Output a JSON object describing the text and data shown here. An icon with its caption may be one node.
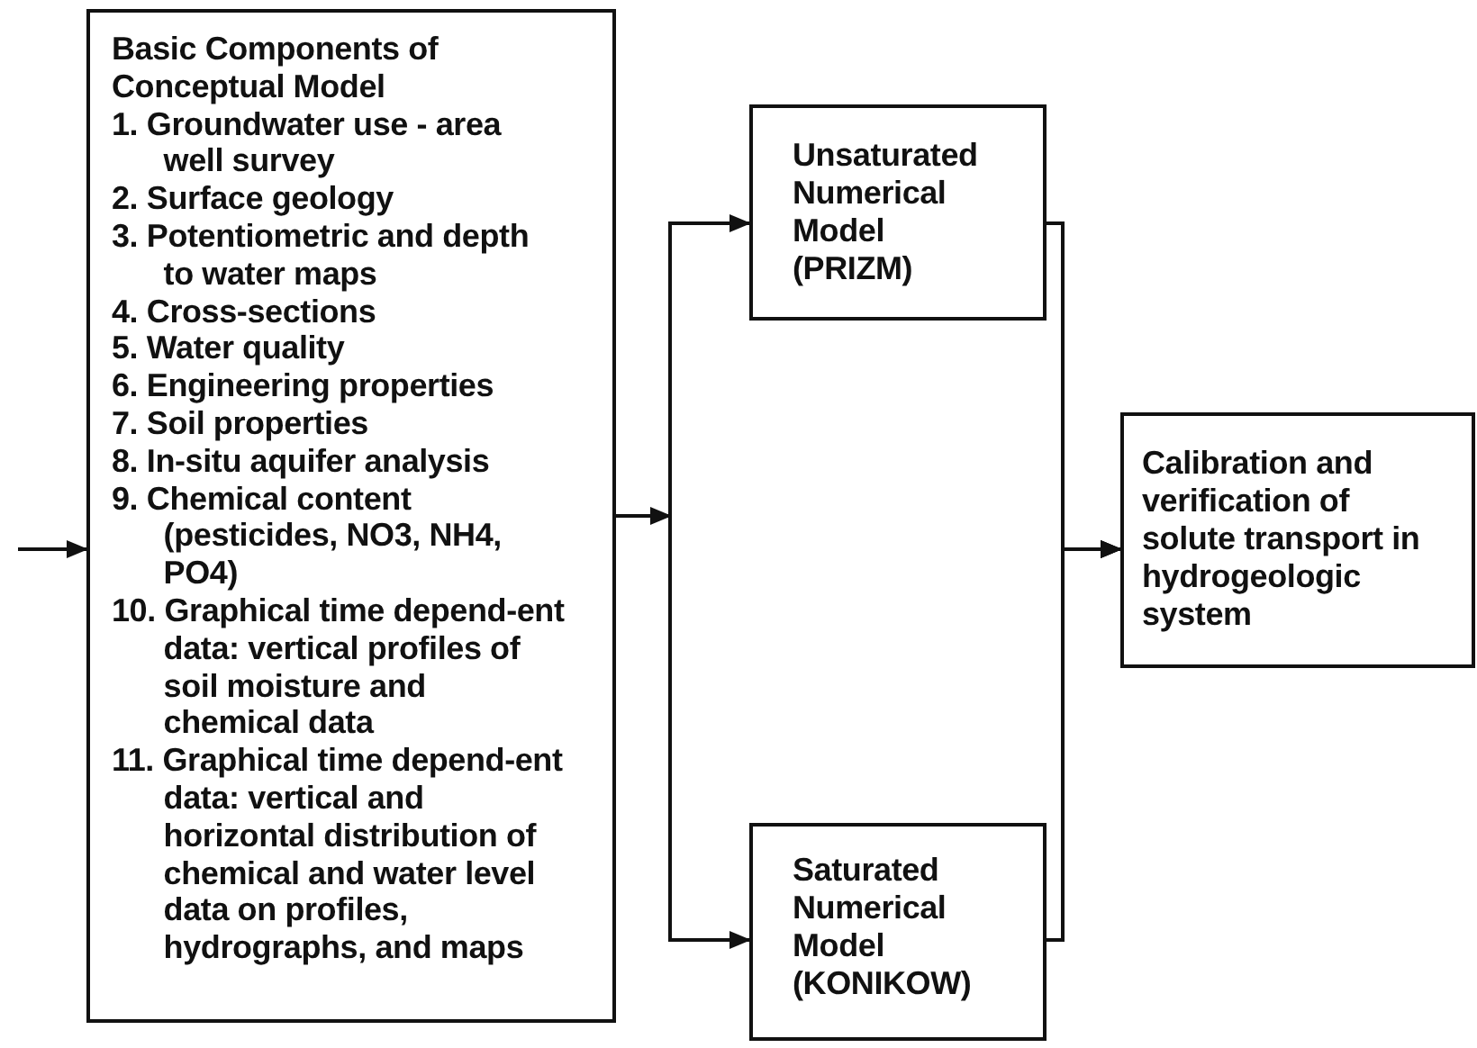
{
  "diagram": {
    "nodes": [
      {
        "text": [
          "Basic Components of Conceptual Model",
          "1. Groundwater use - area well survey",
          "2. Surface geology",
          "3. Potentiometric and depth to water maps",
          "4. Cross-sections",
          "5. Water quality",
          "6. Engineering properties",
          "7. Soil properties",
          "8. In-situ aquifer analysis",
          "9. Chemical content (pesticides, NO3, NH4, PO4)",
          "10. Graphical time depend-ent data: vertical profiles of soil moisture and chemical data",
          "11. Graphical time depend-ent data: vertical and horizontal distribution of chemical and water level data on profiles, hydrographs, and maps"
        ]
      },
      {
        "text": [
          "Unsaturated Numerical Model (PRIZM)"
        ]
      },
      {
        "text": [
          "Saturated Numerical Model (KONIKOW)"
        ]
      },
      {
        "text": [
          "Calibration and verification of solute transport in hydrogeologic system"
        ]
      }
    ],
    "edges": [
      {
        "from": null,
        "to": 0,
        "arrow": "to"
      },
      {
        "from": 0,
        "to": 1,
        "arrow": "to"
      },
      {
        "from": 0,
        "to": 2,
        "arrow": "to"
      },
      {
        "from": 1,
        "to": 3,
        "arrow": "to"
      },
      {
        "from": 2,
        "to": 3,
        "arrow": "to"
      }
    ]
  }
}
